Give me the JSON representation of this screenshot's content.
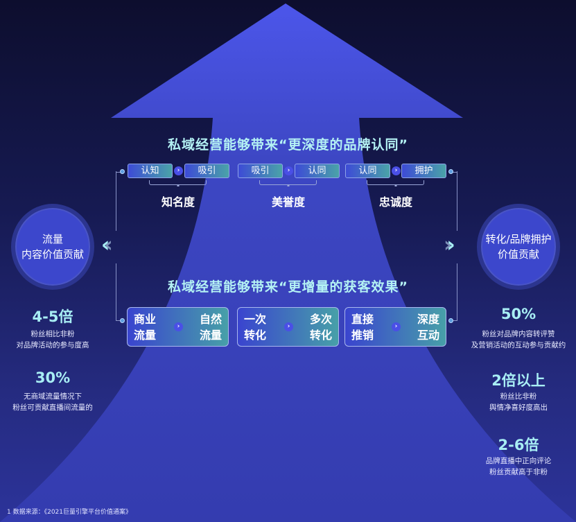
{
  "top": {
    "title": "私域经营能够带来“更深度的品牌认同”",
    "groups": [
      {
        "from": "认知",
        "to": "吸引",
        "label": "知名度"
      },
      {
        "from": "吸引",
        "to": "认同",
        "label": "美誉度"
      },
      {
        "from": "认同",
        "to": "拥护",
        "label": "忠诚度"
      }
    ]
  },
  "bottom": {
    "title": "私域经营能够带来“更增量的获客效果”",
    "boxes": [
      {
        "from": [
          "商业",
          "流量"
        ],
        "to": [
          "自然",
          "流量"
        ]
      },
      {
        "from": [
          "一次",
          "转化"
        ],
        "to": [
          "多次",
          "转化"
        ]
      },
      {
        "from": [
          "直接",
          "推销"
        ],
        "to": [
          "深度",
          "互动"
        ]
      }
    ]
  },
  "left_circle": {
    "line1": "流量",
    "line2": "内容价值贡献"
  },
  "right_circle": {
    "line1": "转化/品牌拥护",
    "line2": "价值贡献"
  },
  "left_stats": [
    {
      "value": "4-5倍",
      "l1": "粉丝相比非粉",
      "l2": "对品牌活动的参与度高"
    },
    {
      "value": "30%",
      "l1": "无商域流量情况下",
      "l2": "粉丝可贡献直播间流量的"
    }
  ],
  "right_stats": [
    {
      "value": "50%",
      "l1": "粉丝对品牌内容转评赞",
      "l2": "及营销活动的互动参与贡献约"
    },
    {
      "value": "2倍以上",
      "l1": "粉丝比非粉",
      "l2": "舆情净喜好度高出"
    },
    {
      "value": "2-6倍",
      "l1": "品牌直播中正向评论",
      "l2": "粉丝贡献高于非粉"
    }
  ],
  "footnote": "1 数据来源：《2021巨量引擎平台价值通案》",
  "colors": {
    "accent": "#a8eef4",
    "arrow": "#4650e0"
  }
}
